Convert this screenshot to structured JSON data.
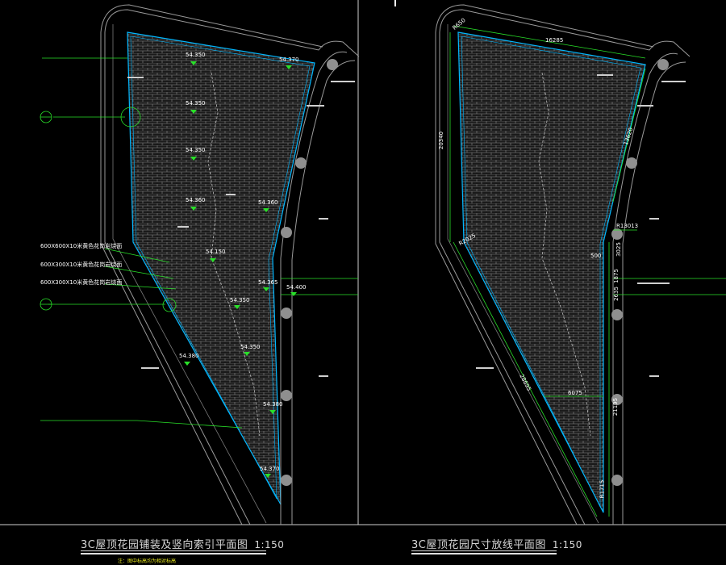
{
  "panels": [
    {
      "title": "3C屋顶花园铺装及竖向索引平面图",
      "scale": "1:150",
      "note": "注：图中标高均为相对标高",
      "elevations": [
        "54.350",
        "54.370",
        "54.350",
        "54.350",
        "54.360",
        "54.360",
        "54.150",
        "54.365",
        "54.400",
        "54.350",
        "54.350",
        "54.380",
        "54.380",
        "54.370"
      ],
      "legend_labels": [
        "600X600X10米黄色花岗岩烧面",
        "600X300X10米黄色花岗岩烧面",
        "600X300X10米黄色花岗岩烧面"
      ]
    },
    {
      "title": "3C屋顶花园尺寸放线平面图",
      "scale": "1:150",
      "dimensions": [
        "R650",
        "16285",
        "20340",
        "13620",
        "R13013",
        "R2025",
        "500",
        "3025",
        "1875",
        "2635",
        "6075",
        "21195",
        "28695",
        "R1715"
      ]
    }
  ],
  "colors": {
    "background": "#000000",
    "paving": "#8a8a8a",
    "outline": "#00b7ff",
    "green": "#29e029",
    "title": "#d8d8d8"
  }
}
